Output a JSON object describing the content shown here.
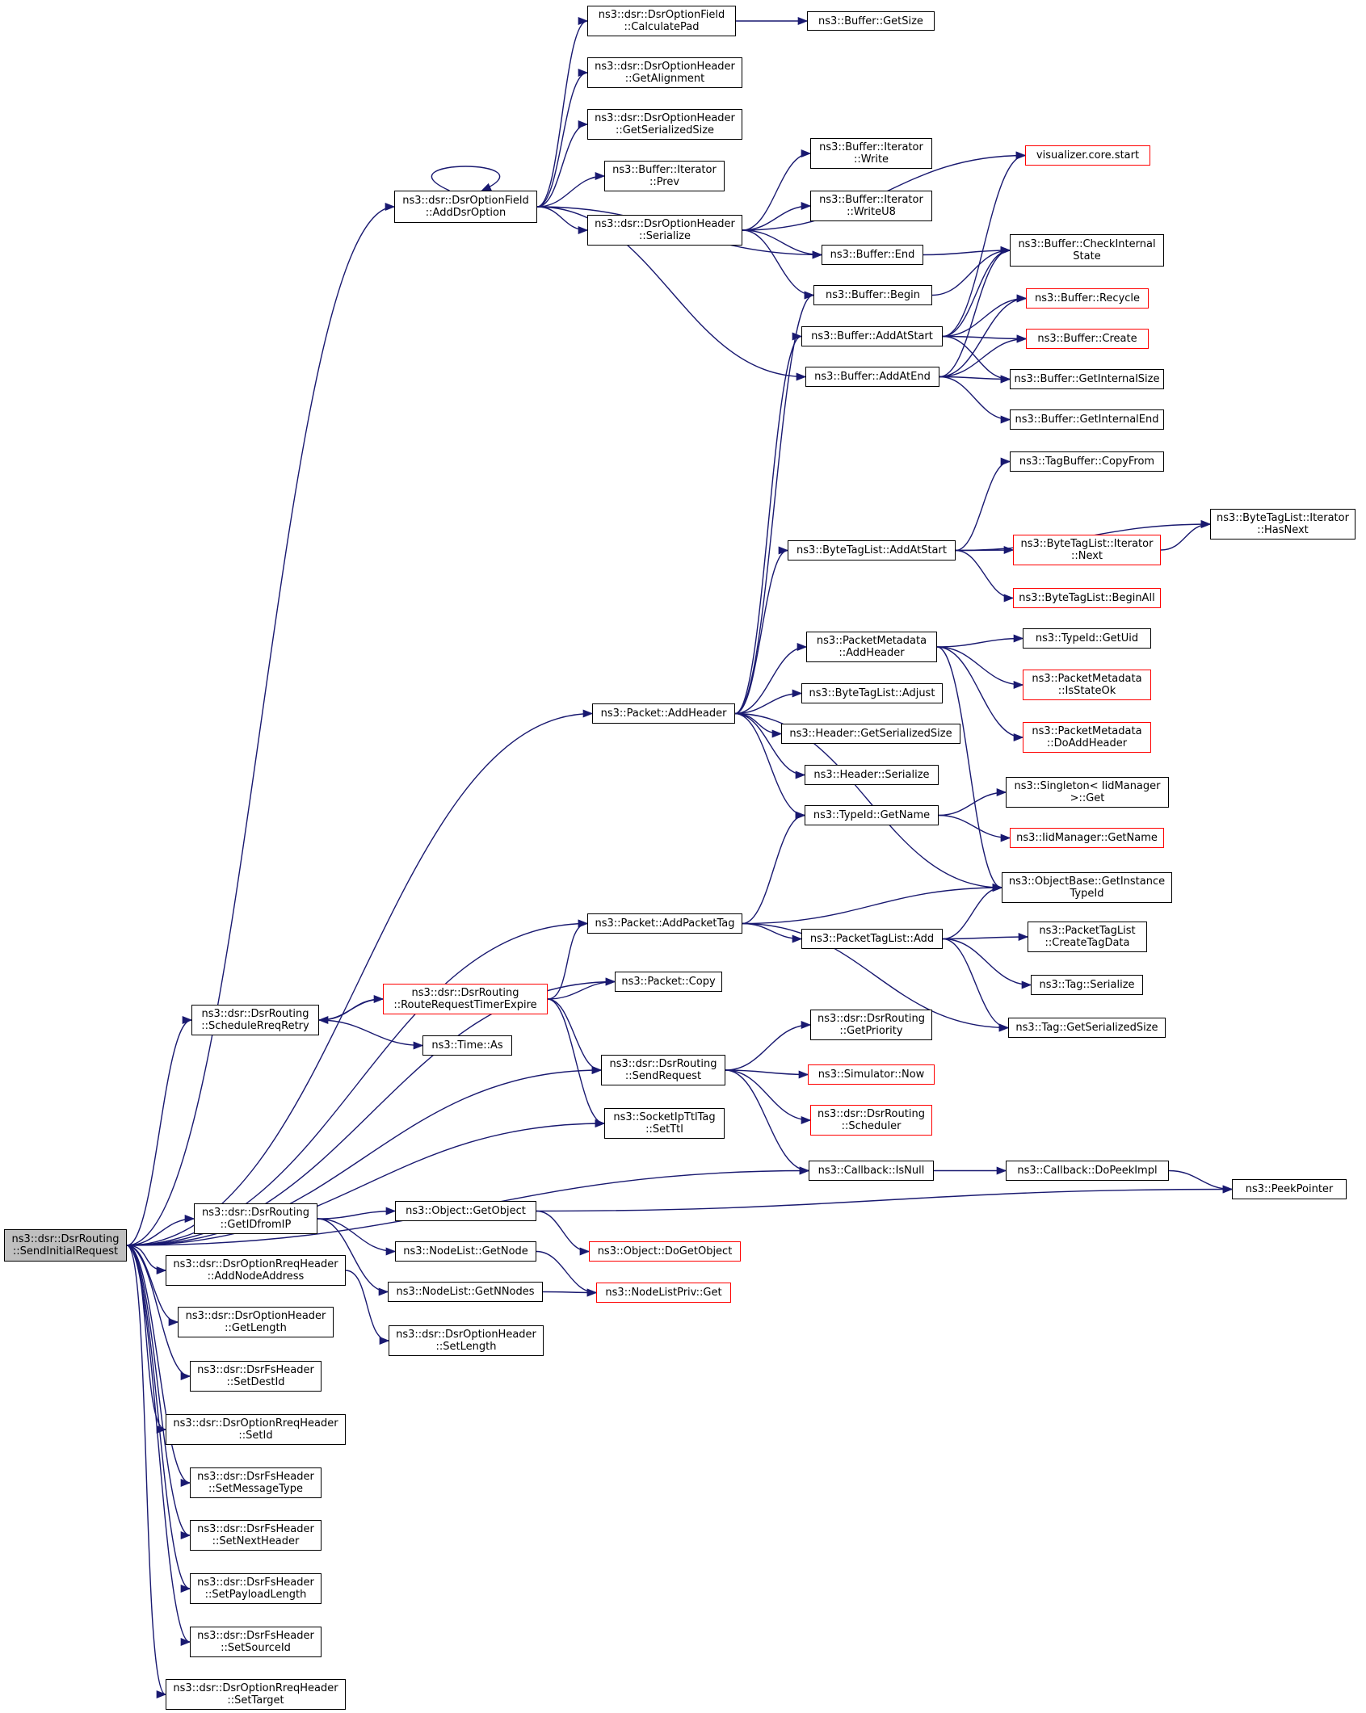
{
  "colors": {
    "edge": "#191970",
    "box_border": "#000000",
    "incomplete_border": "#ff0000",
    "root_fill": "#bfbfbf"
  },
  "nodes": [
    {
      "id": "root",
      "lines": [
        "ns3::dsr::DsrRouting",
        "::SendInitialRequest"
      ],
      "root": true
    },
    {
      "id": "addDsrOption",
      "lines": [
        "ns3::dsr::DsrOptionField",
        "::AddDsrOption"
      ]
    },
    {
      "id": "calculatePad",
      "lines": [
        "ns3::dsr::DsrOptionField",
        "::CalculatePad"
      ]
    },
    {
      "id": "bufGetSize",
      "lines": [
        "ns3::Buffer::GetSize"
      ]
    },
    {
      "id": "getAlignment",
      "lines": [
        "ns3::dsr::DsrOptionHeader",
        "::GetAlignment"
      ]
    },
    {
      "id": "getSerializedSizeOpt",
      "lines": [
        "ns3::dsr::DsrOptionHeader",
        "::GetSerializedSize"
      ]
    },
    {
      "id": "iterPrev",
      "lines": [
        "ns3::Buffer::Iterator",
        "::Prev"
      ]
    },
    {
      "id": "optSerialize",
      "lines": [
        "ns3::dsr::DsrOptionHeader",
        "::Serialize"
      ]
    },
    {
      "id": "vizStart",
      "lines": [
        "visualizer.core.start"
      ],
      "red": true
    },
    {
      "id": "iterWrite",
      "lines": [
        "ns3::Buffer::Iterator",
        "::Write"
      ]
    },
    {
      "id": "iterWriteU8",
      "lines": [
        "ns3::Buffer::Iterator",
        "::WriteU8"
      ]
    },
    {
      "id": "bufEnd",
      "lines": [
        "ns3::Buffer::End"
      ]
    },
    {
      "id": "checkInternal",
      "lines": [
        "ns3::Buffer::CheckInternal",
        "State"
      ]
    },
    {
      "id": "bufBegin",
      "lines": [
        "ns3::Buffer::Begin"
      ]
    },
    {
      "id": "bufRecycle",
      "lines": [
        "ns3::Buffer::Recycle"
      ],
      "red": true
    },
    {
      "id": "addAtStart",
      "lines": [
        "ns3::Buffer::AddAtStart"
      ]
    },
    {
      "id": "bufCreate",
      "lines": [
        "ns3::Buffer::Create"
      ],
      "red": true
    },
    {
      "id": "addAtEnd",
      "lines": [
        "ns3::Buffer::AddAtEnd"
      ]
    },
    {
      "id": "getInternalSize",
      "lines": [
        "ns3::Buffer::GetInternalSize"
      ]
    },
    {
      "id": "getInternalEnd",
      "lines": [
        "ns3::Buffer::GetInternalEnd"
      ]
    },
    {
      "id": "tagBufCopyFrom",
      "lines": [
        "ns3::TagBuffer::CopyFrom"
      ]
    },
    {
      "id": "btlIterHasNext",
      "lines": [
        "ns3::ByteTagList::Iterator",
        "::HasNext"
      ]
    },
    {
      "id": "btlAddAtStart",
      "lines": [
        "ns3::ByteTagList::AddAtStart"
      ]
    },
    {
      "id": "btlIterNext",
      "lines": [
        "ns3::ByteTagList::Iterator",
        "::Next"
      ],
      "red": true
    },
    {
      "id": "btlBeginAll",
      "lines": [
        "ns3::ByteTagList::BeginAll"
      ],
      "red": true
    },
    {
      "id": "pmAddHeader",
      "lines": [
        "ns3::PacketMetadata",
        "::AddHeader"
      ]
    },
    {
      "id": "typeIdGetUid",
      "lines": [
        "ns3::TypeId::GetUid"
      ]
    },
    {
      "id": "pmIsStateOk",
      "lines": [
        "ns3::PacketMetadata",
        "::IsStateOk"
      ],
      "red": true
    },
    {
      "id": "btlAdjust",
      "lines": [
        "ns3::ByteTagList::Adjust"
      ]
    },
    {
      "id": "pktAddHeader",
      "lines": [
        "ns3::Packet::AddHeader"
      ]
    },
    {
      "id": "pmDoAddHeader",
      "lines": [
        "ns3::PacketMetadata",
        "::DoAddHeader"
      ],
      "red": true
    },
    {
      "id": "hdrGetSerializedSize",
      "lines": [
        "ns3::Header::GetSerializedSize"
      ]
    },
    {
      "id": "hdrSerialize",
      "lines": [
        "ns3::Header::Serialize"
      ]
    },
    {
      "id": "singletonGet",
      "lines": [
        "ns3::Singleton< IidManager",
        ">::Get"
      ]
    },
    {
      "id": "typeIdGetName",
      "lines": [
        "ns3::TypeId::GetName"
      ]
    },
    {
      "id": "iidGetName",
      "lines": [
        "ns3::IidManager::GetName"
      ],
      "red": true
    },
    {
      "id": "getInstanceTypeId",
      "lines": [
        "ns3::ObjectBase::GetInstance",
        "TypeId"
      ]
    },
    {
      "id": "pktAddPacketTag",
      "lines": [
        "ns3::Packet::AddPacketTag"
      ]
    },
    {
      "id": "ptlAdd",
      "lines": [
        "ns3::PacketTagList::Add"
      ]
    },
    {
      "id": "ptlCreateTagData",
      "lines": [
        "ns3::PacketTagList",
        "::CreateTagData"
      ]
    },
    {
      "id": "routeReqTimer",
      "lines": [
        "ns3::dsr::DsrRouting",
        "::RouteRequestTimerExpire"
      ],
      "red": true
    },
    {
      "id": "pktCopy",
      "lines": [
        "ns3::Packet::Copy"
      ]
    },
    {
      "id": "scheduleRreq",
      "lines": [
        "ns3::dsr::DsrRouting",
        "::ScheduleRreqRetry"
      ]
    },
    {
      "id": "tagSerialize",
      "lines": [
        "ns3::Tag::Serialize"
      ]
    },
    {
      "id": "tagGetSerializedSize",
      "lines": [
        "ns3::Tag::GetSerializedSize"
      ]
    },
    {
      "id": "timeAs",
      "lines": [
        "ns3::Time::As"
      ]
    },
    {
      "id": "getPriority",
      "lines": [
        "ns3::dsr::DsrRouting",
        "::GetPriority"
      ]
    },
    {
      "id": "sendRequest",
      "lines": [
        "ns3::dsr::DsrRouting",
        "::SendRequest"
      ]
    },
    {
      "id": "simNow",
      "lines": [
        "ns3::Simulator::Now"
      ],
      "red": true
    },
    {
      "id": "scheduler",
      "lines": [
        "ns3::dsr::DsrRouting",
        "::Scheduler"
      ],
      "red": true
    },
    {
      "id": "setTtl",
      "lines": [
        "ns3::SocketIpTtlTag",
        "::SetTtl"
      ]
    },
    {
      "id": "cbIsNull",
      "lines": [
        "ns3::Callback::IsNull"
      ]
    },
    {
      "id": "cbDoPeekImpl",
      "lines": [
        "ns3::Callback::DoPeekImpl"
      ]
    },
    {
      "id": "peekPointer",
      "lines": [
        "ns3::PeekPointer"
      ]
    },
    {
      "id": "getIdFromIp",
      "lines": [
        "ns3::dsr::DsrRouting",
        "::GetIDfromIP"
      ]
    },
    {
      "id": "objGetObject",
      "lines": [
        "ns3::Object::GetObject"
      ]
    },
    {
      "id": "objDoGetObject",
      "lines": [
        "ns3::Object::DoGetObject"
      ],
      "red": true
    },
    {
      "id": "nlGetNode",
      "lines": [
        "ns3::NodeList::GetNode"
      ]
    },
    {
      "id": "addNodeAddress",
      "lines": [
        "ns3::dsr::DsrOptionRreqHeader",
        "::AddNodeAddress"
      ]
    },
    {
      "id": "nlGetNNodes",
      "lines": [
        "ns3::NodeList::GetNNodes"
      ]
    },
    {
      "id": "nlPrivGet",
      "lines": [
        "ns3::NodeListPriv::Get"
      ],
      "red": true
    },
    {
      "id": "optGetLength",
      "lines": [
        "ns3::dsr::DsrOptionHeader",
        "::GetLength"
      ]
    },
    {
      "id": "optSetLength",
      "lines": [
        "ns3::dsr::DsrOptionHeader",
        "::SetLength"
      ]
    },
    {
      "id": "fsSetDestId",
      "lines": [
        "ns3::dsr::DsrFsHeader",
        "::SetDestId"
      ]
    },
    {
      "id": "rreqSetId",
      "lines": [
        "ns3::dsr::DsrOptionRreqHeader",
        "::SetId"
      ]
    },
    {
      "id": "fsSetMessageType",
      "lines": [
        "ns3::dsr::DsrFsHeader",
        "::SetMessageType"
      ]
    },
    {
      "id": "fsSetNextHeader",
      "lines": [
        "ns3::dsr::DsrFsHeader",
        "::SetNextHeader"
      ]
    },
    {
      "id": "fsSetPayloadLength",
      "lines": [
        "ns3::dsr::DsrFsHeader",
        "::SetPayloadLength"
      ]
    },
    {
      "id": "fsSetSourceId",
      "lines": [
        "ns3::dsr::DsrFsHeader",
        "::SetSourceId"
      ]
    },
    {
      "id": "rreqSetTarget",
      "lines": [
        "ns3::dsr::DsrOptionRreqHeader",
        "::SetTarget"
      ]
    }
  ],
  "edges": [
    [
      "root",
      "addDsrOption"
    ],
    [
      "root",
      "pktAddHeader"
    ],
    [
      "root",
      "pktAddPacketTag"
    ],
    [
      "root",
      "pktCopy"
    ],
    [
      "root",
      "scheduleRreq"
    ],
    [
      "root",
      "sendRequest"
    ],
    [
      "root",
      "setTtl"
    ],
    [
      "root",
      "cbIsNull"
    ],
    [
      "root",
      "getIdFromIp"
    ],
    [
      "root",
      "addNodeAddress"
    ],
    [
      "root",
      "optGetLength"
    ],
    [
      "root",
      "fsSetDestId"
    ],
    [
      "root",
      "rreqSetId"
    ],
    [
      "root",
      "fsSetMessageType"
    ],
    [
      "root",
      "fsSetNextHeader"
    ],
    [
      "root",
      "fsSetPayloadLength"
    ],
    [
      "root",
      "fsSetSourceId"
    ],
    [
      "root",
      "rreqSetTarget"
    ],
    [
      "addDsrOption",
      "addDsrOption"
    ],
    [
      "addDsrOption",
      "calculatePad"
    ],
    [
      "addDsrOption",
      "getAlignment"
    ],
    [
      "addDsrOption",
      "getSerializedSizeOpt"
    ],
    [
      "addDsrOption",
      "iterPrev"
    ],
    [
      "addDsrOption",
      "optSerialize"
    ],
    [
      "addDsrOption",
      "bufEnd"
    ],
    [
      "addDsrOption",
      "addAtEnd"
    ],
    [
      "calculatePad",
      "bufGetSize"
    ],
    [
      "optSerialize",
      "vizStart"
    ],
    [
      "optSerialize",
      "iterWrite"
    ],
    [
      "optSerialize",
      "iterWriteU8"
    ],
    [
      "optSerialize",
      "bufEnd"
    ],
    [
      "optSerialize",
      "bufBegin"
    ],
    [
      "bufEnd",
      "checkInternal"
    ],
    [
      "bufBegin",
      "checkInternal"
    ],
    [
      "addAtStart",
      "vizStart"
    ],
    [
      "addAtStart",
      "checkInternal"
    ],
    [
      "addAtStart",
      "bufRecycle"
    ],
    [
      "addAtStart",
      "bufCreate"
    ],
    [
      "addAtStart",
      "getInternalSize"
    ],
    [
      "addAtEnd",
      "checkInternal"
    ],
    [
      "addAtEnd",
      "bufRecycle"
    ],
    [
      "addAtEnd",
      "bufCreate"
    ],
    [
      "addAtEnd",
      "getInternalSize"
    ],
    [
      "addAtEnd",
      "getInternalEnd"
    ],
    [
      "btlAddAtStart",
      "tagBufCopyFrom"
    ],
    [
      "btlAddAtStart",
      "btlIterHasNext"
    ],
    [
      "btlAddAtStart",
      "btlIterNext"
    ],
    [
      "btlAddAtStart",
      "btlBeginAll"
    ],
    [
      "btlIterNext",
      "btlIterHasNext"
    ],
    [
      "pmAddHeader",
      "typeIdGetUid"
    ],
    [
      "pmAddHeader",
      "pmIsStateOk"
    ],
    [
      "pmAddHeader",
      "pmDoAddHeader"
    ],
    [
      "pmAddHeader",
      "getInstanceTypeId"
    ],
    [
      "pktAddHeader",
      "bufBegin"
    ],
    [
      "pktAddHeader",
      "addAtStart"
    ],
    [
      "pktAddHeader",
      "btlAddAtStart"
    ],
    [
      "pktAddHeader",
      "pmAddHeader"
    ],
    [
      "pktAddHeader",
      "btlAdjust"
    ],
    [
      "pktAddHeader",
      "hdrGetSerializedSize"
    ],
    [
      "pktAddHeader",
      "hdrSerialize"
    ],
    [
      "pktAddHeader",
      "typeIdGetName"
    ],
    [
      "pktAddHeader",
      "getInstanceTypeId"
    ],
    [
      "typeIdGetName",
      "singletonGet"
    ],
    [
      "typeIdGetName",
      "iidGetName"
    ],
    [
      "pktAddPacketTag",
      "typeIdGetName"
    ],
    [
      "pktAddPacketTag",
      "getInstanceTypeId"
    ],
    [
      "pktAddPacketTag",
      "ptlAdd"
    ],
    [
      "pktAddPacketTag",
      "tagGetSerializedSize"
    ],
    [
      "ptlAdd",
      "getInstanceTypeId"
    ],
    [
      "ptlAdd",
      "ptlCreateTagData"
    ],
    [
      "ptlAdd",
      "tagSerialize"
    ],
    [
      "ptlAdd",
      "tagGetSerializedSize"
    ],
    [
      "routeReqTimer",
      "pktAddPacketTag"
    ],
    [
      "routeReqTimer",
      "pktCopy"
    ],
    [
      "routeReqTimer",
      "scheduleRreq"
    ],
    [
      "routeReqTimer",
      "sendRequest"
    ],
    [
      "routeReqTimer",
      "setTtl"
    ],
    [
      "scheduleRreq",
      "routeReqTimer"
    ],
    [
      "scheduleRreq",
      "timeAs"
    ],
    [
      "sendRequest",
      "getPriority"
    ],
    [
      "sendRequest",
      "simNow"
    ],
    [
      "sendRequest",
      "scheduler"
    ],
    [
      "sendRequest",
      "cbIsNull"
    ],
    [
      "cbIsNull",
      "cbDoPeekImpl"
    ],
    [
      "cbDoPeekImpl",
      "peekPointer"
    ],
    [
      "getIdFromIp",
      "objGetObject"
    ],
    [
      "getIdFromIp",
      "nlGetNode"
    ],
    [
      "getIdFromIp",
      "nlGetNNodes"
    ],
    [
      "objGetObject",
      "peekPointer"
    ],
    [
      "objGetObject",
      "objDoGetObject"
    ],
    [
      "nlGetNode",
      "nlPrivGet"
    ],
    [
      "nlGetNNodes",
      "nlPrivGet"
    ],
    [
      "addNodeAddress",
      "optSetLength"
    ]
  ]
}
